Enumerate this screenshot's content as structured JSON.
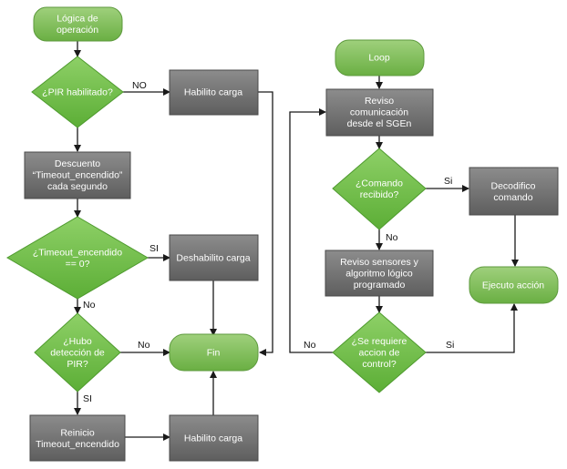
{
  "colors": {
    "terminal_fill": "#76b852",
    "terminal_stroke": "#5d9a3d",
    "process_fill": "#707070",
    "process_stroke": "#4a4a4a",
    "decision_fill": "#6bbf45",
    "decision_stroke": "#4e9a2e",
    "connector": "#1a1a1a"
  },
  "nodes": {
    "logica": [
      "Lógica de",
      "operación"
    ],
    "pir": [
      "¿PIR habilitado?"
    ],
    "habilito1": [
      "Habilito carga"
    ],
    "descuento": [
      "Descuento",
      "“Timeout_encendido”",
      "cada segundo"
    ],
    "timeout": [
      "¿Timeout_encendido",
      "== 0?"
    ],
    "deshabilito": [
      "Deshabilito carga"
    ],
    "hubo": [
      "¿Hubo",
      "detección de",
      "PIR?"
    ],
    "fin": [
      "Fin"
    ],
    "reinicio": [
      "Reinicio",
      "Timeout_encendido"
    ],
    "habilito2": [
      "Habilito carga"
    ],
    "loop": [
      "Loop"
    ],
    "reviso_com": [
      "Reviso",
      "comunicación",
      "desde el SGEn"
    ],
    "comando": [
      "¿Comando",
      "recibido?"
    ],
    "decodifico": [
      "Decodifico",
      "comando"
    ],
    "reviso_sens": [
      "Reviso sensores y",
      "algoritmo lógico",
      "programado"
    ],
    "ejecuto": [
      "Ejecuto acción"
    ],
    "requiere": [
      "¿Se requiere",
      "accion de",
      "control?"
    ]
  },
  "edge_labels": {
    "pir_no": "NO",
    "timeout_si": "SI",
    "timeout_no": "No",
    "hubo_no": "No",
    "hubo_si": "SI",
    "comando_si": "Si",
    "comando_no": "No",
    "requiere_no": "No",
    "requiere_si": "Si"
  }
}
